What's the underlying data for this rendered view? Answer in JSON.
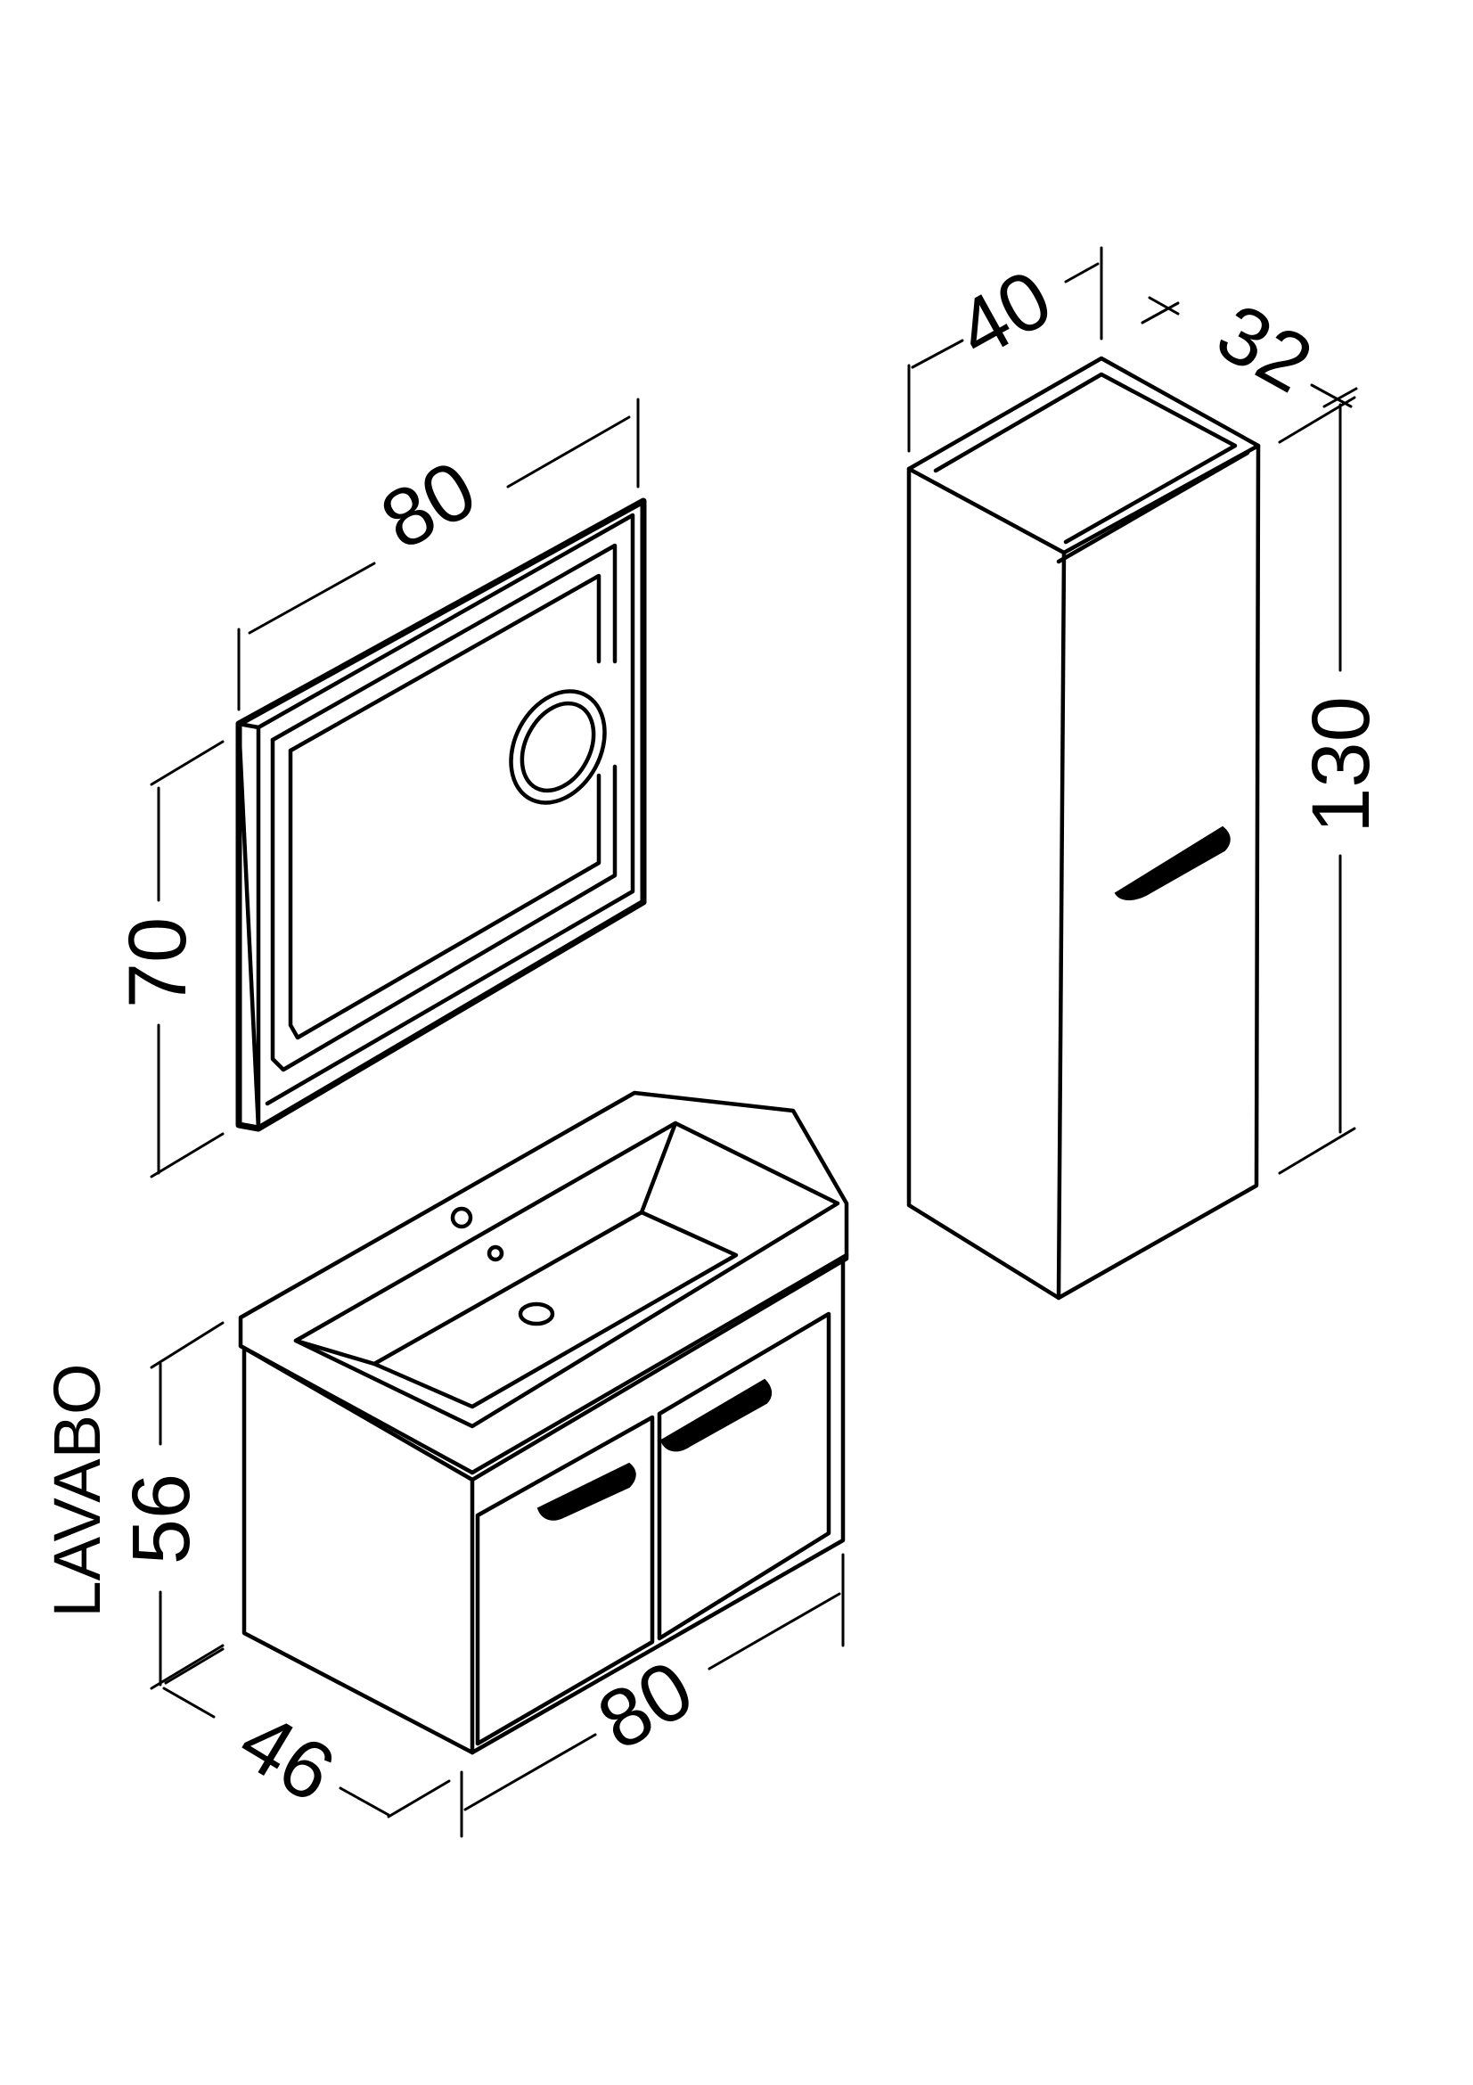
{
  "dimensions": {
    "mirror_width": "80",
    "mirror_height": "70",
    "cabinet_width": "40",
    "cabinet_depth": "32",
    "cabinet_height": "130",
    "vanity_height": "56",
    "vanity_depth": "46",
    "vanity_width": "80"
  },
  "labels": {
    "vanity_caption": "LAVABO"
  },
  "colors": {
    "line": "#000000",
    "background": "#ffffff"
  }
}
